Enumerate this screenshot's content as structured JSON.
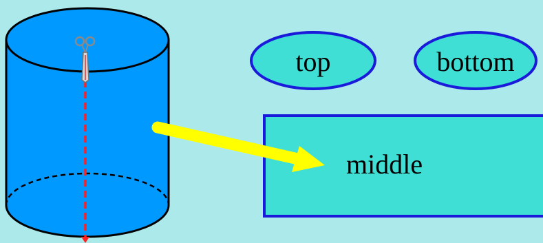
{
  "labels": {
    "top": "top",
    "bottom": "bottom",
    "middle": "middle"
  },
  "colors": {
    "background": "#ace9ea",
    "cylinder_fill": "#0099ff",
    "outline": "#000000",
    "shape_fill": "#3fdfd5",
    "shape_border": "#1a1adb",
    "arrow": "#ffff00",
    "cut_line": "#ff2020"
  },
  "icons": {
    "scissors": "scissors-icon"
  }
}
